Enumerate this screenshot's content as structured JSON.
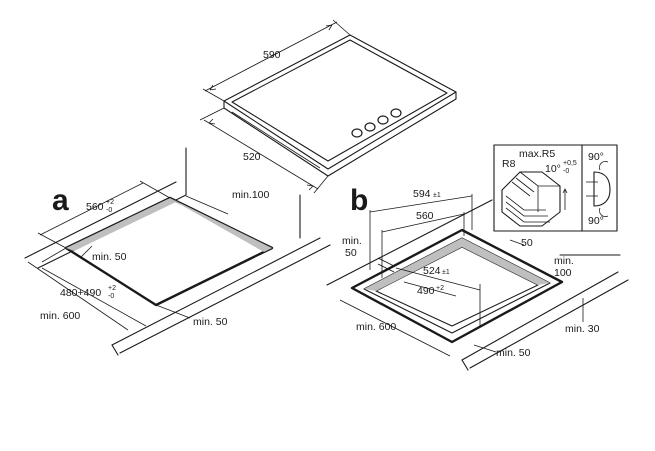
{
  "hob": {
    "dim_width": "590",
    "dim_depth": "520"
  },
  "panel_a": {
    "label": "a",
    "cut_width_main": "560",
    "cut_width_tol": "+2",
    "cut_width_tol_low": "-0",
    "wall_clearance": "min.100",
    "front_clearance": "min. 50",
    "cut_depth_main": "480+490",
    "cut_depth_tol": "+2",
    "cut_depth_tol_low": "-0",
    "worktop_depth": "min. 600",
    "side_clearance": "min. 50"
  },
  "panel_b": {
    "label": "b",
    "top_width_main": "594",
    "top_width_tol": "±1",
    "inner_width": "560",
    "left_clearance_1": "min.",
    "left_clearance_2": "50",
    "inner_depth_main": "524",
    "inner_depth_tol": "±1",
    "cut_depth_main": "490",
    "cut_depth_tol": "+2",
    "step": "50",
    "wall_clearance_1": "min.",
    "wall_clearance_2": "100",
    "worktop_depth": "min. 600",
    "side_clearance": "min. 30",
    "front_clearance": "min. 50"
  },
  "detail": {
    "radius_small": "R8",
    "radius_max": "max.R5",
    "angle_main": "10°",
    "angle_tol_up": "+0,5",
    "angle_tol_low": "-0",
    "angle_top": "90°",
    "angle_bottom": "90°"
  }
}
